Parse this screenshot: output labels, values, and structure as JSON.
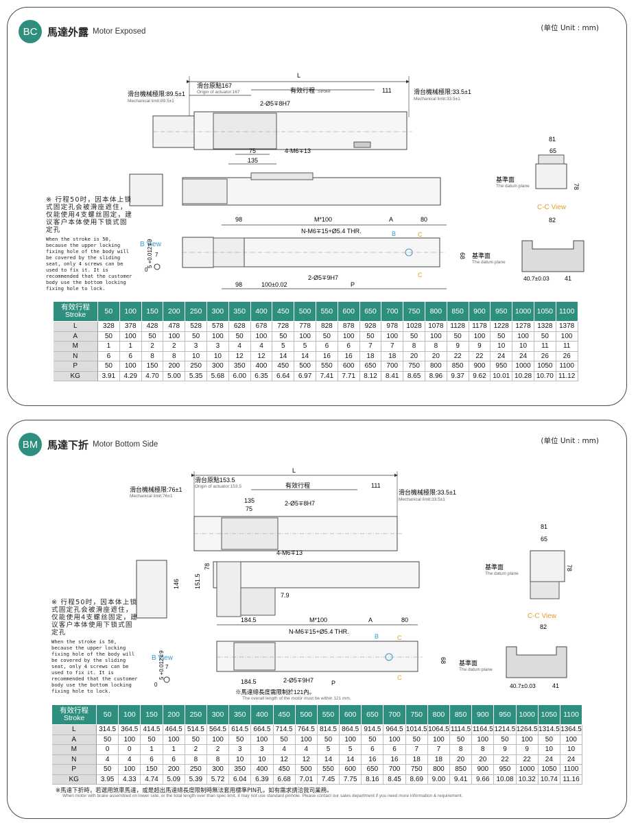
{
  "unit_label": "(单位 Unit : mm)",
  "datum_cn": "基準面",
  "datum_en": "The datum plane",
  "cc_view": "C-C View",
  "b_view": "B View",
  "note_cn": "※ 行程50时，因本体上锁式固定孔会被滑座遮住，仅能使用4支螺丝固定，建议客户本体使用下锁式固定孔",
  "note_en": "When the stroke is 50, because the upper locking fixing hole of the body will be covered by the sliding seat, only 4 screws can be used to fix it. It is recommended that the customer body use the bottom locking fixing hole to lock.",
  "bc": {
    "badge": "BC",
    "title_cn": "馬達外露",
    "title_en": "Motor Exposed",
    "dims": {
      "L": "L",
      "origin_cn": "滑台原點167",
      "origin_en": "Origin of actuator:167",
      "stroke_cn": "有效行程",
      "stroke_en": "Stroke",
      "mech_left_cn": "滑台機械極限:89.5±1",
      "mech_left_en": "Mechanical limit:89.5±1",
      "mech_right_cn": "滑台機械極限:33.5±1",
      "mech_right_en": "Mechanical limit:33.5±1",
      "d111": "111",
      "hole1": "2-Ø5∓8H7",
      "d75": "75",
      "d135": "135",
      "m6": "4-M6∓13",
      "d81": "81",
      "d65": "65",
      "d78": "78",
      "d98a": "98",
      "m100": "M*100",
      "dA": "A",
      "d80": "80",
      "nm6": "N-M6∓15+Ø5.4 THR.",
      "B": "B",
      "C": "C",
      "d68": "68",
      "d82": "82",
      "hole2": "2-Ø5∓9H7",
      "d98b": "98",
      "d100": "100±0.02",
      "dP": "P",
      "d407": "40.7±0.03",
      "d41": "41",
      "tol": "5 +0.012∓9",
      "tol0": "0",
      "d7": "7"
    },
    "table": {
      "header_cn": "有效行程",
      "header_en": "Stroke",
      "strokes": [
        "50",
        "100",
        "150",
        "200",
        "250",
        "300",
        "350",
        "400",
        "450",
        "500",
        "550",
        "600",
        "650",
        "700",
        "750",
        "800",
        "850",
        "900",
        "950",
        "1000",
        "1050",
        "1100"
      ],
      "rows": [
        {
          "label": "L",
          "values": [
            "328",
            "378",
            "428",
            "478",
            "528",
            "578",
            "628",
            "678",
            "728",
            "778",
            "828",
            "878",
            "928",
            "978",
            "1028",
            "1078",
            "1128",
            "1178",
            "1228",
            "1278",
            "1328",
            "1378"
          ]
        },
        {
          "label": "A",
          "values": [
            "50",
            "100",
            "50",
            "100",
            "50",
            "100",
            "50",
            "100",
            "50",
            "100",
            "50",
            "100",
            "50",
            "100",
            "50",
            "100",
            "50",
            "100",
            "50",
            "100",
            "50",
            "100"
          ]
        },
        {
          "label": "M",
          "values": [
            "1",
            "1",
            "2",
            "2",
            "3",
            "3",
            "4",
            "4",
            "5",
            "5",
            "6",
            "6",
            "7",
            "7",
            "8",
            "8",
            "9",
            "9",
            "10",
            "10",
            "11",
            "11"
          ]
        },
        {
          "label": "N",
          "values": [
            "6",
            "6",
            "8",
            "8",
            "10",
            "10",
            "12",
            "12",
            "14",
            "14",
            "16",
            "16",
            "18",
            "18",
            "20",
            "20",
            "22",
            "22",
            "24",
            "24",
            "26",
            "26"
          ]
        },
        {
          "label": "P",
          "values": [
            "50",
            "100",
            "150",
            "200",
            "250",
            "300",
            "350",
            "400",
            "450",
            "500",
            "550",
            "600",
            "650",
            "700",
            "750",
            "800",
            "850",
            "900",
            "950",
            "1000",
            "1050",
            "1100"
          ]
        },
        {
          "label": "KG",
          "values": [
            "3.91",
            "4.29",
            "4.70",
            "5.00",
            "5.35",
            "5.68",
            "6.00",
            "6.35",
            "6.64",
            "6.97",
            "7.41",
            "7.71",
            "8.12",
            "8.41",
            "8.65",
            "8.96",
            "9.37",
            "9.62",
            "10.01",
            "10.28",
            "10.70",
            "11.12"
          ]
        }
      ]
    }
  },
  "bm": {
    "badge": "BM",
    "title_cn": "馬達下折",
    "title_en": "Motor Bottom Side",
    "dims": {
      "L": "L",
      "origin_cn": "滑台原點153.5",
      "origin_en": "Origin of actuator:153.5",
      "stroke_cn": "有效行程",
      "mech_left_cn": "滑台機械極限:76±1",
      "mech_left_en": "Mechanical limit:76±1",
      "mech_right_cn": "滑台機械極限:33.5±1",
      "mech_right_en": "Mechanical limit:33.5±1",
      "d111": "111",
      "d135": "135",
      "d75": "75",
      "hole1": "2-Ø5∓8H7",
      "m6": "4-M6∓13",
      "d146": "146",
      "d1515": "151.5",
      "d78a": "78",
      "d79": "7.9",
      "d81": "81",
      "d65": "65",
      "d78": "78",
      "d1845a": "184.5",
      "m100": "M*100",
      "dA": "A",
      "d80": "80",
      "nm6": "N-M6∓15+Ø5.4 THR.",
      "B": "B",
      "C": "C",
      "d68": "68",
      "d82": "82",
      "d1845b": "184.5",
      "hole2": "2-Ø5∓9H7",
      "dP": "P",
      "motor_note_cn": "※馬達總長度需限制於121內。",
      "motor_note_en": "The overall length of the motor must be within 121 mm.",
      "d407": "40.7±0.03",
      "d41": "41",
      "tol": "5 +0.012∓9",
      "tol0": "0",
      "d7": "7"
    },
    "table": {
      "header_cn": "有效行程",
      "header_en": "Stroke",
      "strokes": [
        "50",
        "100",
        "150",
        "200",
        "250",
        "300",
        "350",
        "400",
        "450",
        "500",
        "550",
        "600",
        "650",
        "700",
        "750",
        "800",
        "850",
        "900",
        "950",
        "1000",
        "1050",
        "1100"
      ],
      "rows": [
        {
          "label": "L",
          "values": [
            "314.5",
            "364.5",
            "414.5",
            "464.5",
            "514.5",
            "564.5",
            "614.5",
            "664.5",
            "714.5",
            "764.5",
            "814.5",
            "864.5",
            "914.5",
            "964.5",
            "1014.5",
            "1064.5",
            "1114.5",
            "1164.5",
            "1214.5",
            "1264.5",
            "1314.5",
            "1364.5"
          ]
        },
        {
          "label": "A",
          "values": [
            "50",
            "100",
            "50",
            "100",
            "50",
            "100",
            "50",
            "100",
            "50",
            "100",
            "50",
            "100",
            "50",
            "100",
            "50",
            "100",
            "50",
            "100",
            "50",
            "100",
            "50",
            "100"
          ]
        },
        {
          "label": "M",
          "values": [
            "0",
            "0",
            "1",
            "1",
            "2",
            "2",
            "3",
            "3",
            "4",
            "4",
            "5",
            "5",
            "6",
            "6",
            "7",
            "7",
            "8",
            "8",
            "9",
            "9",
            "10",
            "10"
          ]
        },
        {
          "label": "N",
          "values": [
            "4",
            "4",
            "6",
            "6",
            "8",
            "8",
            "10",
            "10",
            "12",
            "12",
            "14",
            "14",
            "16",
            "16",
            "18",
            "18",
            "20",
            "20",
            "22",
            "22",
            "24",
            "24"
          ]
        },
        {
          "label": "P",
          "values": [
            "50",
            "100",
            "150",
            "200",
            "250",
            "300",
            "350",
            "400",
            "450",
            "500",
            "550",
            "600",
            "650",
            "700",
            "750",
            "800",
            "850",
            "900",
            "950",
            "1000",
            "1050",
            "1100"
          ]
        },
        {
          "label": "KG",
          "values": [
            "3.95",
            "4.33",
            "4.74",
            "5.09",
            "5.39",
            "5.72",
            "6.04",
            "6.39",
            "6.68",
            "7.01",
            "7.45",
            "7.75",
            "8.16",
            "8.45",
            "8.69",
            "9.00",
            "9.41",
            "9.66",
            "10.08",
            "10.32",
            "10.74",
            "11.16"
          ]
        }
      ]
    },
    "footnote_cn": "※馬達下折時，若選用煞車馬達，或是超出馬達總長度限制時無法套用標準PIN孔，如有需求請洽我司業務。",
    "footnote_en": "When motor with brake assembled on lower side, or the total length over than spec limit, it may not use standard pinhole. Please contact our sales department if you need more information & requirement."
  }
}
